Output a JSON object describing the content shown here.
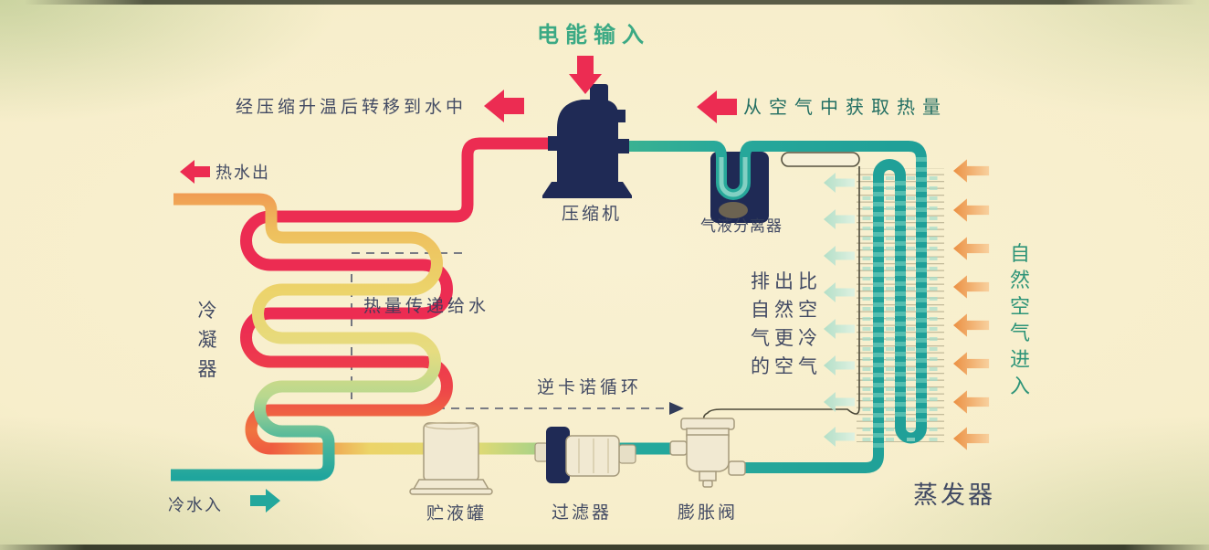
{
  "labels": {
    "power_input": "电能输入",
    "compress_note": "经压缩升温后转移到水中",
    "heat_from_air": "从空气中获取热量",
    "hot_water_out": "热水出",
    "cold_water_in": "冷水入",
    "compressor": "压缩机",
    "separator": "气液分离器",
    "condenser_chars": [
      "冷",
      "凝",
      "器"
    ],
    "heat_to_water": "热量传递给水",
    "reverse_carnot": "逆卡诺循环",
    "exhaust_lines": [
      "排出比",
      "自然空",
      "气更冷",
      "的空气"
    ],
    "natural_air_chars": [
      "自",
      "然",
      "空",
      "气",
      "进",
      "入"
    ],
    "tank": "贮液罐",
    "filter": "过滤器",
    "expansion_valve": "膨胀阀",
    "evaporator": "蒸发器"
  },
  "colors": {
    "red": "#ec2c52",
    "teal": "#23a79c",
    "navy": "#1f2a55",
    "ink": "#323c5a",
    "green_label": "#2aa37e",
    "teal_label": "#226e62",
    "air_label": "#2e9478",
    "orange": "#ef9a4a",
    "pale_teal": "#c3e7d4",
    "component_cream": "#f1e9d2",
    "outline": "#a69a7c",
    "fin": "#b3ab8b",
    "line": "#4d4a3a"
  }
}
